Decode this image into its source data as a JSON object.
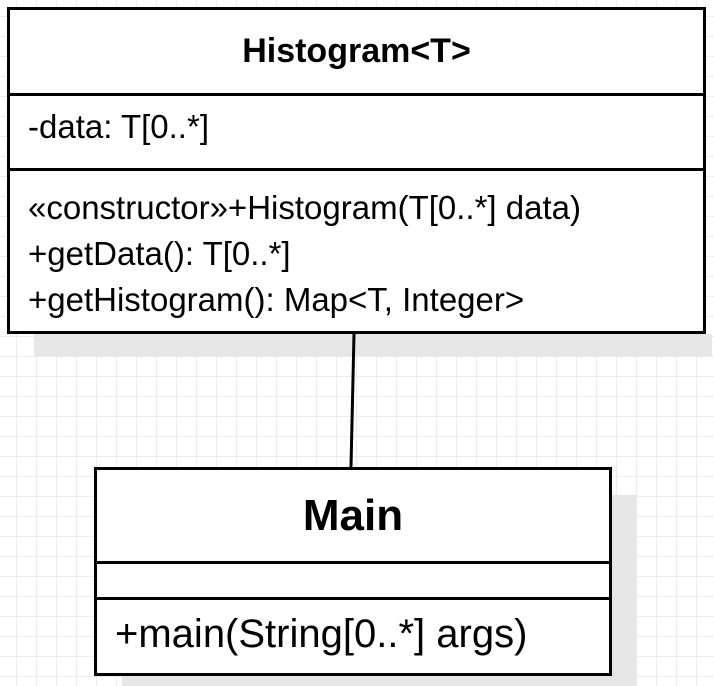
{
  "diagram": {
    "type": "uml-class-diagram",
    "classes": [
      {
        "id": "histogram",
        "name": "Histogram<T>",
        "attributes": [
          "-data: T[0..*]"
        ],
        "operations": [
          "«constructor»+Histogram(T[0..*] data)",
          "+getData(): T[0..*]",
          "+getHistogram(): Map<T, Integer>"
        ]
      },
      {
        "id": "main",
        "name": "Main",
        "attributes": [],
        "operations": [
          "+main(String[0..*] args)"
        ]
      }
    ],
    "relationships": [
      {
        "from": "histogram",
        "to": "main",
        "kind": "association"
      }
    ]
  }
}
